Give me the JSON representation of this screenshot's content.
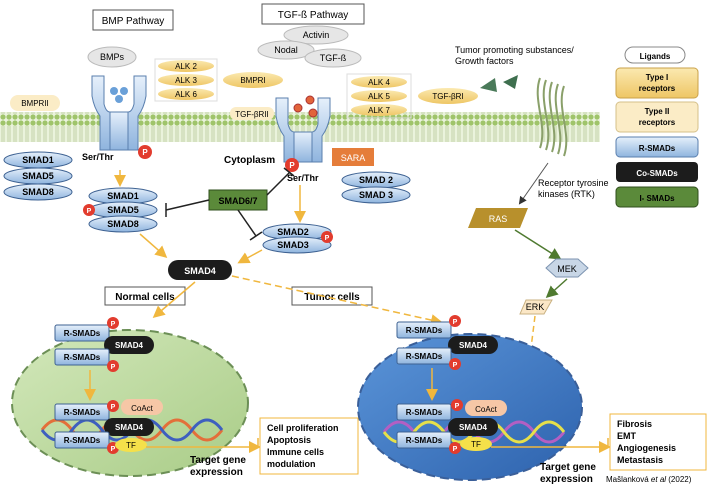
{
  "pathways": {
    "bmp": "BMP Pathway",
    "tgf": "TGF-ß Pathway"
  },
  "ligands": {
    "bmps": "BMPs",
    "activin": "Activin",
    "nodal": "Nodal",
    "tgfb": "TGF-ß",
    "tumor_line1": "Tumor promoting substances/",
    "tumor_line2": "Growth factors"
  },
  "receptors": {
    "alk2": "ALK 2",
    "alk3": "ALK 3",
    "alk6": "ALK 6",
    "bmpri": "BMPRI",
    "bmprii": "BMPRII",
    "alk4": "ALK 4",
    "alk5": "ALK 5",
    "alk7": "ALK 7",
    "tgfbri": "TGF-βRI",
    "tgfbrii": "TGF-βRII",
    "rtk_line1": "Receptor tyrosine",
    "rtk_line2": "kinases (RTK)"
  },
  "membrane": {
    "ser_thr": "Ser/Thr",
    "cytoplasm": "Cytoplasm",
    "sara": "SARA",
    "p": "P"
  },
  "smads": {
    "smad1": "SMAD1",
    "smad5": "SMAD5",
    "smad8": "SMAD8",
    "smad2": "SMAD 2",
    "smad3": "SMAD 3",
    "smad2b": "SMAD2",
    "smad3b": "SMAD3",
    "smad67": "SMAD6/7",
    "smad4": "SMAD4",
    "rsmads": "R-SMADs"
  },
  "kinases": {
    "ras": "RAS",
    "mek": "MEK",
    "erk": "ERK"
  },
  "cells": {
    "normal": "Normal cells",
    "tumor": "Tumor cells",
    "coact": "CoAct",
    "tf": "TF"
  },
  "outcomes": {
    "normal": [
      "Cell proliferation",
      "Apoptosis",
      "Immune cells",
      "modulation"
    ],
    "tumor": [
      "Fibrosis",
      "EMT",
      "Angiogenesis",
      "Metastasis"
    ],
    "target_line1": "Target gene",
    "target_line2": "expression"
  },
  "legend": {
    "ligands": "Ligands",
    "type1_line1": "Type I",
    "type1_line2": "receptors",
    "type2_line1": "Type II",
    "type2_line2": "receptors",
    "rsmads": "R-SMADs",
    "cosmads": "Co-SMADs",
    "ismads": "I- SMADs"
  },
  "citation": {
    "author": "Mašlanková ",
    "etal": "et al",
    "year": " (2022)"
  },
  "colors": {
    "smad_blue": "#a9c7e8",
    "smad4_black": "#1c1c1c",
    "smad67_green": "#5b8a3a",
    "alk_yellow": "#f2d27a",
    "phospho_red": "#e23c2e",
    "sara_orange": "#e57d3a",
    "ras_gold": "#b8902c",
    "membrane_green": "#b7d68a",
    "normal_nucleus": "#c2dca4",
    "tumor_nucleus": "#3e78c4",
    "arrow_orange": "#f0b73e"
  }
}
